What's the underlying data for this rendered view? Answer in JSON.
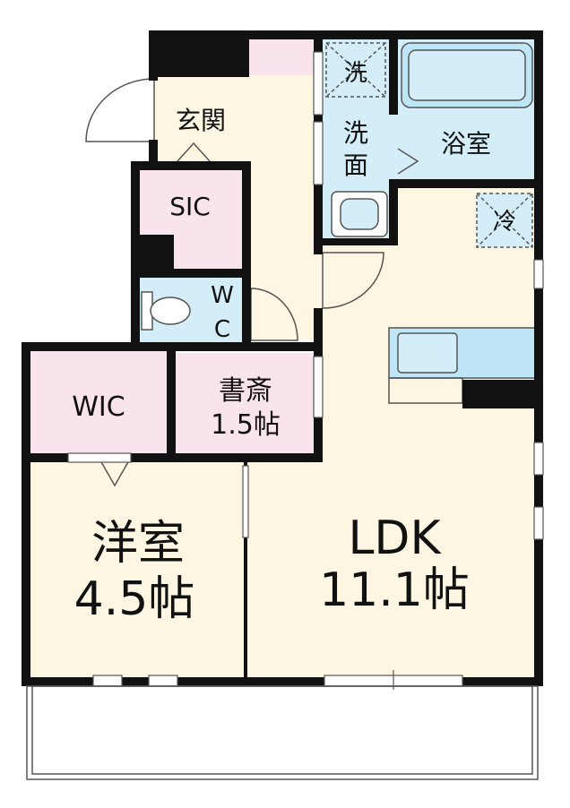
{
  "rooms": {
    "entrance": "玄関",
    "sic": "SIC",
    "wc_line1": "W",
    "wc_line2": "C",
    "washroom_line1": "洗",
    "washroom_line2": "面",
    "washer": "洗",
    "bath": "浴室",
    "fridge": "冷",
    "wic": "WIC",
    "study_name": "書斎",
    "study_size": "1.5帖",
    "western_name": "洋室",
    "western_size": "4.5帖",
    "ldk_name": "LDK",
    "ldk_size": "11.1帖"
  },
  "colors": {
    "wall": "#111111",
    "floor_beige": "#fdf6e3",
    "floor_pink": "#f9e4ee",
    "floor_blue": "#d3eef8",
    "fixture_blue": "#bfe6f6",
    "line": "#555555"
  }
}
